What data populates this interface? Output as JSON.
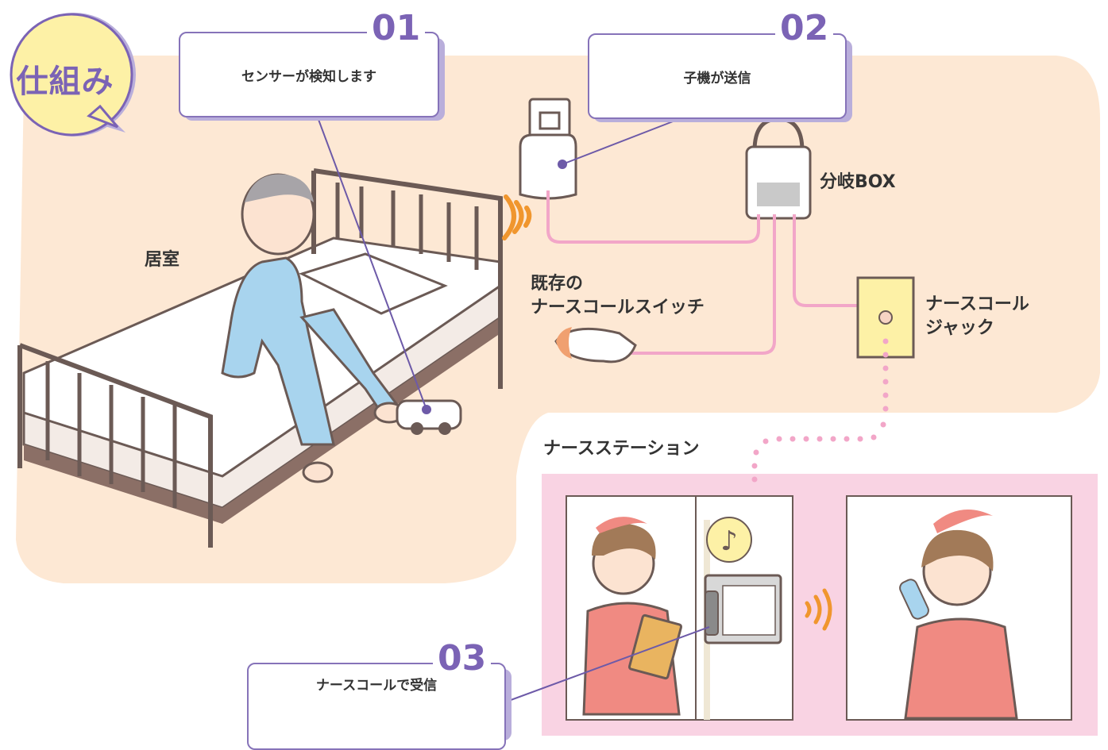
{
  "badge": {
    "label": "仕組み"
  },
  "steps": [
    {
      "number": "01",
      "text": "センサーが検知します"
    },
    {
      "number": "02",
      "text": "子機が送信"
    },
    {
      "number": "03",
      "text": "ナースコールで受信"
    }
  ],
  "labels": {
    "room": "居室",
    "branch_box": "分岐BOX",
    "existing_switch": "既存の\nナースコールスイッチ",
    "nurse_call_jack": "ナースコール\nジャック",
    "nurse_station": "ナースステーション"
  },
  "colors": {
    "accent": "#7b63b5",
    "room_bg": "#fde4cc",
    "station_bg": "#f9d3e3",
    "cable": "#f2a6c8",
    "signal": "#f0962e"
  }
}
